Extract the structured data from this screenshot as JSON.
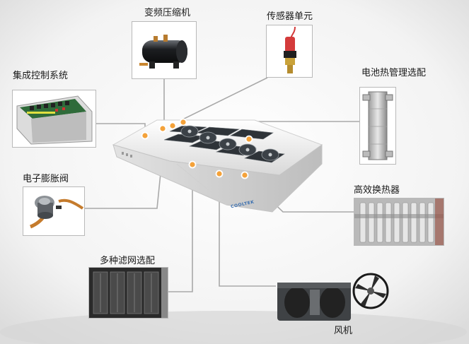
{
  "labels": {
    "compressor": "变频压缩机",
    "sensor": "传感器单元",
    "control": "集成控制系统",
    "battery": "电池热管理选配",
    "valve": "电子膨胀阀",
    "exchanger": "高效换热器",
    "filter": "多种滤网选配",
    "fan": "风机"
  },
  "brand": "COOLTEK"
}
